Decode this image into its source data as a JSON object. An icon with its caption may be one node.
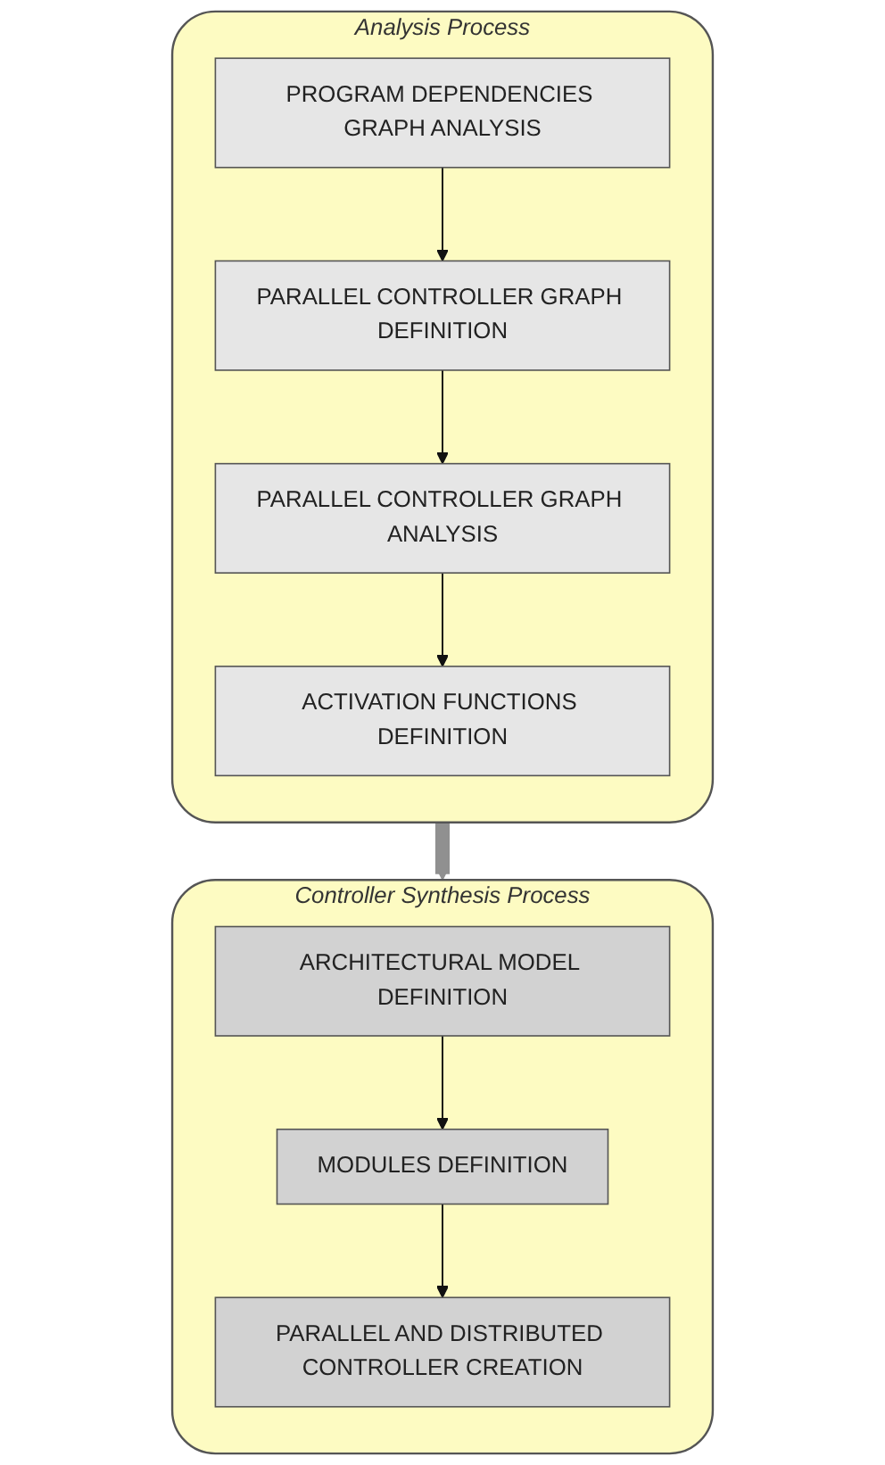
{
  "diagram": {
    "nodes": [
      {
        "text": [
          "Analysis Process"
        ]
      },
      {
        "text": [
          "PROGRAM DEPENDENCIES GRAPH ANALYSIS"
        ],
        "in": 0
      },
      {
        "text": [
          "PARALLEL CONTROLLER GRAPH DEFINITION"
        ],
        "in": 0
      },
      {
        "text": [
          "PARALLEL CONTROLLER GRAPH ANALYSIS"
        ],
        "in": 0
      },
      {
        "text": [
          "ACTIVATION FUNCTIONS DEFINITION"
        ],
        "in": 0
      },
      {
        "text": [
          "Controller Synthesis Process"
        ]
      },
      {
        "text": [
          "ARCHITECTURAL MODEL DEFINITION"
        ],
        "in": 5
      },
      {
        "text": [
          "MODULES DEFINITION"
        ],
        "in": 5
      },
      {
        "text": [
          "PARALLEL AND DISTRIBUTED CONTROLLER CREATION"
        ],
        "in": 5
      }
    ],
    "edges": [
      {
        "from": 1,
        "to": 2,
        "arrow": "to"
      },
      {
        "from": 2,
        "to": 3,
        "arrow": "to"
      },
      {
        "from": 3,
        "to": 4,
        "arrow": "to"
      },
      {
        "from": 0,
        "to": 5,
        "arrow": "to",
        "style": "thick",
        "color": "#909090"
      },
      {
        "from": 6,
        "to": 7,
        "arrow": "to"
      },
      {
        "from": 7,
        "to": 8,
        "arrow": "to"
      }
    ]
  }
}
